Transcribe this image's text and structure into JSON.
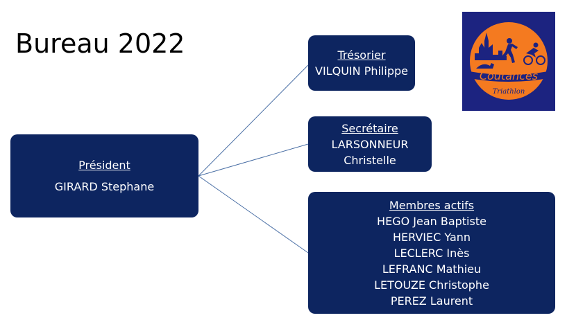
{
  "title": "Bureau 2022",
  "president": {
    "role": "Président",
    "name": "GIRARD Stephane"
  },
  "tresorier": {
    "role": "Trésorier",
    "name": "VILQUIN Philippe"
  },
  "secretaire": {
    "role": "Secrétaire",
    "name_line1": "LARSONNEUR",
    "name_line2": "Christelle"
  },
  "membres": {
    "role": "Membres actifs",
    "names": [
      "HEGO Jean Baptiste",
      "HERVIEC Yann",
      "LECLERC Inès",
      "LEFRANC Mathieu",
      "LETOUZE Christophe",
      "PEREZ Laurent"
    ]
  },
  "logo": {
    "text": "Coutances",
    "subtext": "Triathlon"
  },
  "colors": {
    "box": "#0d2560",
    "connector": "#4a6fa5",
    "logo_bg": "#1c2380",
    "logo_orange": "#f47a20"
  }
}
